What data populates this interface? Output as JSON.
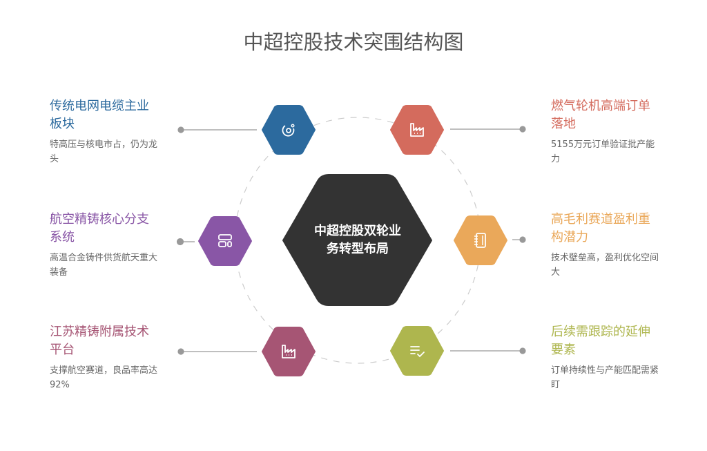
{
  "title": "中超控股技术突围结构图",
  "center": {
    "line1": "中超控股双轮业",
    "line2": "务转型布局",
    "color": "#333333"
  },
  "nodes": [
    {
      "id": "grid",
      "heading": "传统电网电缆主业板块",
      "desc": "特高压与核电市占，仍为龙头",
      "color": "#2c6a9e",
      "icon": "orbit-icon"
    },
    {
      "id": "aviation",
      "heading": "航空精铸核心分支系统",
      "desc": "高温合金铸件供货航天重大装备",
      "color": "#8956a6",
      "icon": "layout-icon"
    },
    {
      "id": "jiangsu",
      "heading": "江苏精铸附属技术平台",
      "desc": "支撑航空赛道，良品率高达92%",
      "color": "#a65574",
      "icon": "factory-icon"
    },
    {
      "id": "turbine",
      "heading": "燃气轮机高端订单落地",
      "desc": "5155万元订单验证批产能力",
      "color": "#d46b5d",
      "icon": "factory-icon"
    },
    {
      "id": "margin",
      "heading": "高毛利赛道盈利重构潜力",
      "desc": "技术壁垒高，盈利优化空间大",
      "color": "#eaa85a",
      "icon": "notebook-icon"
    },
    {
      "id": "followup",
      "heading": "后续需跟踪的延伸要素",
      "desc": "订单持续性与产能匹配需紧盯",
      "color": "#aeb64e",
      "icon": "checklist-icon"
    }
  ]
}
